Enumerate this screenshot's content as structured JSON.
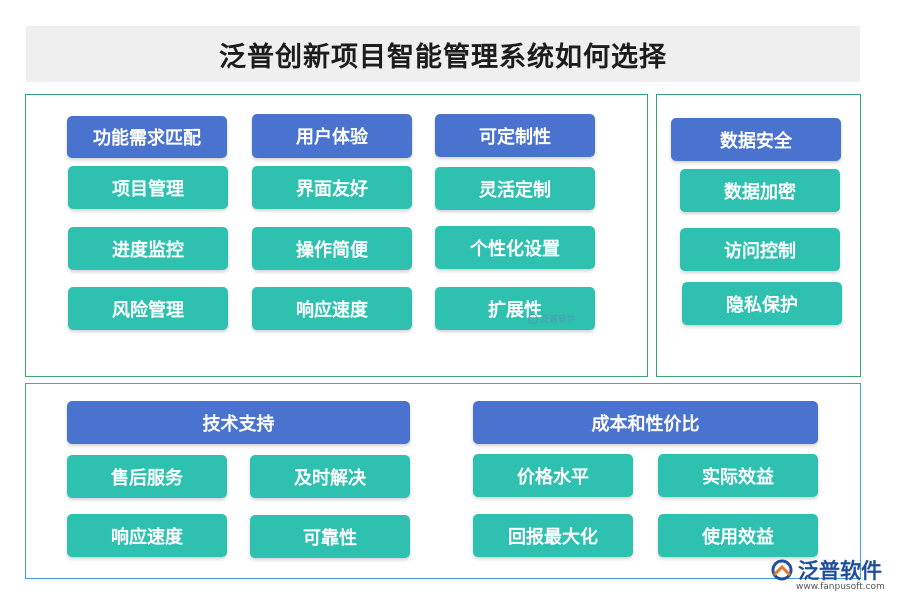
{
  "title": "泛普创新项目智能管理系统如何选择",
  "columns": [
    {
      "header": "功能需求匹配",
      "items": [
        "项目管理",
        "进度监控",
        "风险管理"
      ]
    },
    {
      "header": "用户体验",
      "items": [
        "界面友好",
        "操作简便",
        "响应速度"
      ]
    },
    {
      "header": "可定制性",
      "items": [
        "灵活定制",
        "个性化设置",
        "扩展性"
      ]
    },
    {
      "header": "数据安全",
      "items": [
        "数据加密",
        "访问控制",
        "隐私保护"
      ]
    }
  ],
  "bottom_groups": [
    {
      "header": "技术支持",
      "items": [
        "售后服务",
        "及时解决",
        "响应速度",
        "可靠性"
      ]
    },
    {
      "header": "成本和性价比",
      "items": [
        "价格水平",
        "实际效益",
        "回报最大化",
        "使用效益"
      ]
    }
  ],
  "watermark": {
    "small": "泛普软件",
    "brand": "泛普软件",
    "url": "www.fanpusoft.com"
  },
  "colors": {
    "header": "#4a72cf",
    "item": "#2ec1b0",
    "title_bg": "#efefef",
    "green_border": "#3aa46a",
    "blue_border": "#4a9bd6"
  },
  "icons": [
    "fanpu-logo-icon"
  ]
}
